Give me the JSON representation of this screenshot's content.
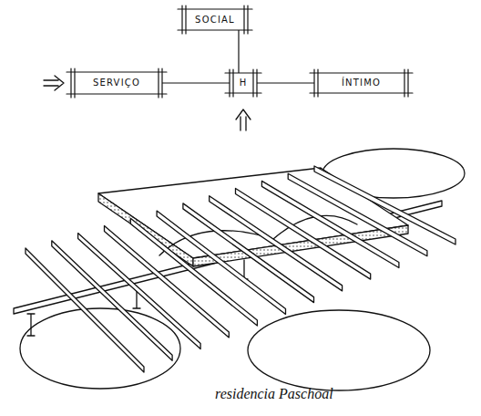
{
  "diagram": {
    "caption": "residencia Paschoal",
    "nodes": [
      {
        "text": [
          "SOCIAL"
        ]
      },
      {
        "text": [
          "SERVIÇO"
        ]
      },
      {
        "text": [
          "H"
        ]
      },
      {
        "text": [
          "ÍNTIMO"
        ]
      }
    ],
    "edges": [
      {
        "from": 1,
        "to": 2,
        "arrow": "none"
      },
      {
        "from": 2,
        "to": 0,
        "arrow": "none"
      },
      {
        "from": 2,
        "to": 3,
        "arrow": "none"
      }
    ]
  }
}
